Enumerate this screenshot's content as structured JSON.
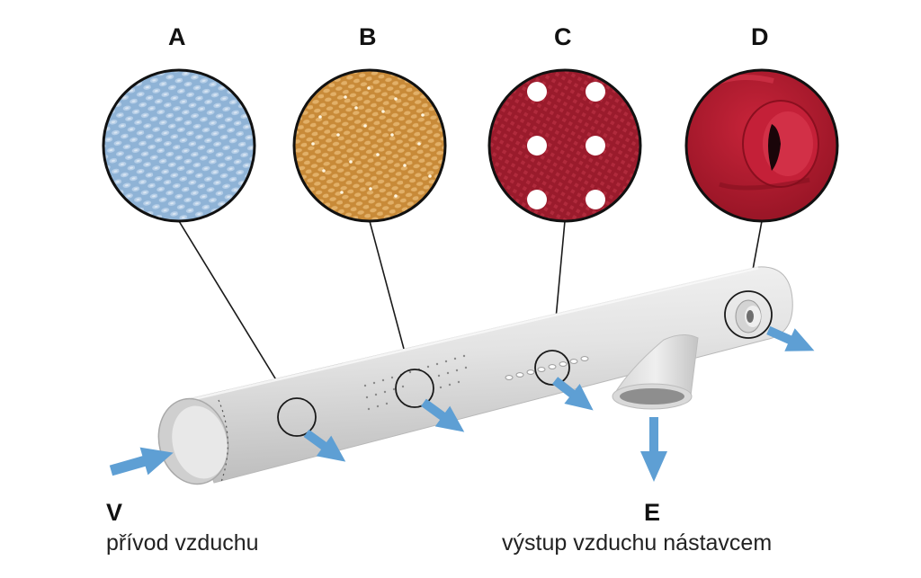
{
  "labels": {
    "a": "A",
    "b": "B",
    "c": "C",
    "d": "D",
    "v": "V",
    "e": "E"
  },
  "captions": {
    "inlet": "přívod vzduchu",
    "outlet": "výstup vzduchu nástavcem"
  },
  "colors": {
    "fabric_a": "#8fb3d6",
    "fabric_b": "#d19a4c",
    "fabric_c": "#9c1d2e",
    "fabric_d": "#b5182d",
    "arrow": "#5e9fd4",
    "duct": "#e6e6e6"
  }
}
